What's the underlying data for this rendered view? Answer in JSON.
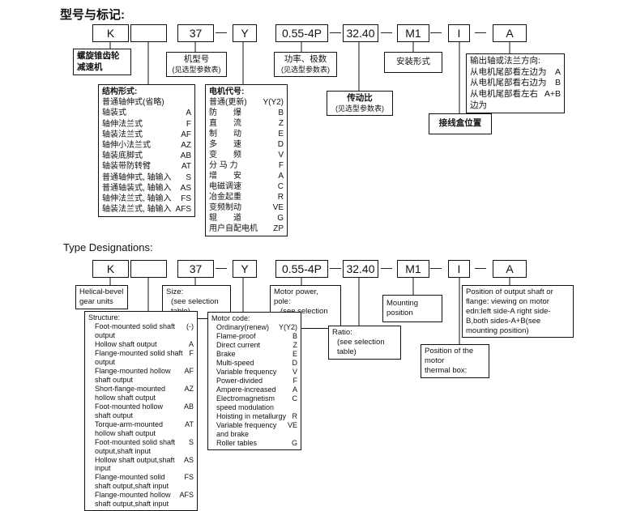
{
  "cn": {
    "heading": "型号与标记:",
    "codes": [
      "K",
      "",
      "37",
      "Y",
      "0.55-4P",
      "32.40",
      "M1",
      "I",
      "A"
    ],
    "reducer_label": [
      "螺旋锥齿轮",
      "减速机"
    ],
    "size_label": [
      "机型号",
      "(见选型参数表)"
    ],
    "power_label": [
      "功率、极数",
      "(见选型参数表)"
    ],
    "mount_label": "安装形式",
    "output_label": {
      "title": "输出轴或法兰方向:",
      "rows": [
        {
          "k": "从电机尾部看左边为",
          "v": "A"
        },
        {
          "k": "从电机尾部看右边为",
          "v": "B"
        },
        {
          "k": "从电机尾部看左右边为",
          "v": "A+B"
        }
      ]
    },
    "ratio_label": [
      "传动比",
      "(见选型参数表)"
    ],
    "terminal_label": "接线盒位置",
    "structure": {
      "title": "结构形式:",
      "rows": [
        {
          "k": "普通轴伸式(省略)",
          "v": ""
        },
        {
          "k": "轴装式",
          "v": "A"
        },
        {
          "k": "轴伸法兰式",
          "v": "F"
        },
        {
          "k": "轴装法兰式",
          "v": "AF"
        },
        {
          "k": "轴伸小法兰式",
          "v": "AZ"
        },
        {
          "k": "轴装底脚式",
          "v": "AB"
        },
        {
          "k": "轴装带防转臂",
          "v": "AT"
        },
        {
          "k": "普通轴伸式, 轴输入",
          "v": "S"
        },
        {
          "k": "普通轴装式, 轴输入",
          "v": "AS"
        },
        {
          "k": "轴伸法兰式, 轴输入",
          "v": "FS"
        },
        {
          "k": "轴装法兰式, 轴输入",
          "v": "AFS"
        }
      ]
    },
    "motor": {
      "title": "电机代号:",
      "rows": [
        {
          "k": "普通(更新)",
          "v": "Y(Y2)"
        },
        {
          "k": "防　　爆",
          "v": "B"
        },
        {
          "k": "直　　流",
          "v": "Z"
        },
        {
          "k": "制　　动",
          "v": "E"
        },
        {
          "k": "多　　速",
          "v": "D"
        },
        {
          "k": "变　　频",
          "v": "V"
        },
        {
          "k": "分 马 力",
          "v": "F"
        },
        {
          "k": "增　　安",
          "v": "A"
        },
        {
          "k": "电磁调速",
          "v": "C"
        },
        {
          "k": "冶金起重",
          "v": "R"
        },
        {
          "k": "变频制动",
          "v": "VE"
        },
        {
          "k": "辊　　道",
          "v": "G"
        },
        {
          "k": "用户自配电机",
          "v": "ZP"
        }
      ]
    }
  },
  "en": {
    "heading": "Type Designations:",
    "codes": [
      "K",
      "",
      "37",
      "Y",
      "0.55-4P",
      "32.40",
      "M1",
      "I",
      "A"
    ],
    "reducer_label": [
      "Helical-bevel",
      "gear units"
    ],
    "size_label": [
      "Size:",
      "(see selection table)"
    ],
    "power_label": [
      "Motor power, pole:",
      "(see selection table)"
    ],
    "mount_label": "Mounting position",
    "output_label": "Position of output shaft or flange: viewing on motor edn:left side-A right side-B,both sides-A+B(see mounting position)",
    "ratio_label": [
      "Ratio:",
      "(see selection table)"
    ],
    "terminal_label": [
      "Position of the motor",
      "thermal box:"
    ],
    "structure": {
      "title": "Structure:",
      "rows": [
        {
          "k": "Foot-mounted solid shaft output",
          "v": "(-)"
        },
        {
          "k": "Hollow shaft output",
          "v": "A"
        },
        {
          "k": "Flange-mounted solid shaft output",
          "v": "F"
        },
        {
          "k": "Flange-mounted hollow shaft output",
          "v": "AF"
        },
        {
          "k": "Short-flange-mounted hollow shaft output",
          "v": "AZ"
        },
        {
          "k": "Foot-mounted hollow shaft output",
          "v": "AB"
        },
        {
          "k": "Torque-arm-mounted hollow shaft output",
          "v": "AT"
        },
        {
          "k": "Foot-mounted solid shaft output,shaft input",
          "v": "S"
        },
        {
          "k": "Hollow shaft output,shaft input",
          "v": "AS"
        },
        {
          "k": "Flange-mounted solid shaft output,shaft input",
          "v": "FS"
        },
        {
          "k": "Flange-mounted hollow shaft output,shaft input",
          "v": "AFS"
        }
      ]
    },
    "motor": {
      "title": "Motor code:",
      "rows": [
        {
          "k": "Ordinary(renew)",
          "v": "Y(Y2)"
        },
        {
          "k": "Flame-proof",
          "v": "B"
        },
        {
          "k": "Direct current",
          "v": "Z"
        },
        {
          "k": "Brake",
          "v": "E"
        },
        {
          "k": "Multi-speed",
          "v": "D"
        },
        {
          "k": "Variable frequency",
          "v": "V"
        },
        {
          "k": "Power-divided",
          "v": "F"
        },
        {
          "k": "Ampere-increased",
          "v": "A"
        },
        {
          "k": "Electromagnetism speed modulation",
          "v": "C"
        },
        {
          "k": "Hoisting in metallurgy",
          "v": "R"
        },
        {
          "k": "Variable frequency and brake",
          "v": "VE"
        },
        {
          "k": "Roller tables",
          "v": "G"
        }
      ]
    }
  }
}
